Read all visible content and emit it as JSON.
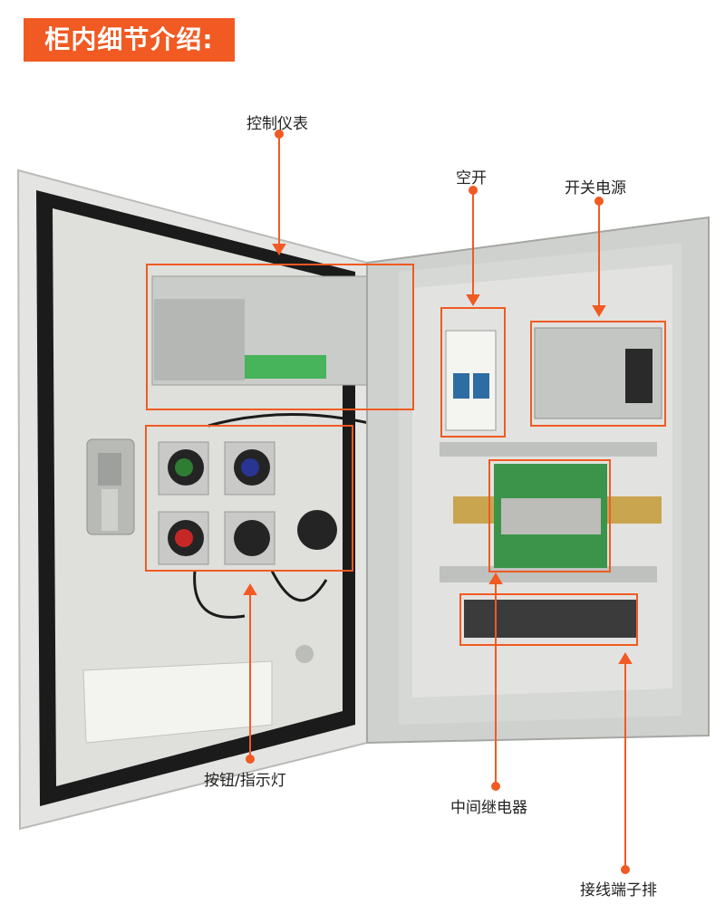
{
  "header": {
    "title": "柜内细节介绍:"
  },
  "callouts": {
    "control_meter": "控制仪表",
    "breaker": "空开",
    "power_supply": "开关电源",
    "button_indicator": "按钮/指示灯",
    "relay": "中间继电器",
    "terminal_block": "接线端子排"
  },
  "colors": {
    "accent": "#f15a22",
    "cabinet": "#d9dbd8",
    "door_gasket": "#1c1c1c",
    "line": "#f15a22"
  }
}
